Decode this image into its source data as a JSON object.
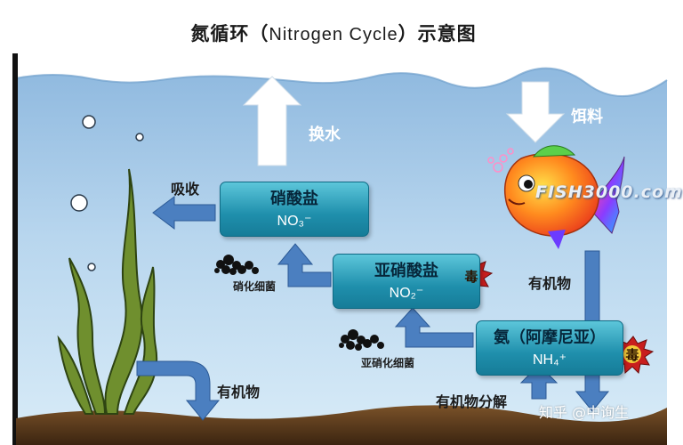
{
  "title": {
    "cn_prefix": "氮循环（",
    "en": "Nitrogen Cycle",
    "cn_suffix": "）示意图"
  },
  "boxes": {
    "nitrate": {
      "name": "硝酸盐",
      "formula": "NO₃⁻"
    },
    "nitrite": {
      "name": "亚硝酸盐",
      "formula": "NO₂⁻"
    },
    "ammonia": {
      "name": "氨（阿摩尼亚）",
      "formula": "NH₄⁺"
    }
  },
  "labels": {
    "water_change": "换水",
    "feed": "饵料",
    "absorb": "吸收",
    "organic_matter_fish": "有机物",
    "organic_matter_plant": "有机物",
    "decomposition": "有机物分解",
    "nitrifying_bacteria": "硝化细菌",
    "nitrosifying_bacteria": "亚硝化细菌"
  },
  "toxic_badges": {
    "nitrite": "毒",
    "ammonia": "毒"
  },
  "brand": "FISH3000.com",
  "watermark": "知乎 @中询生",
  "colors": {
    "water_top": "#8fb9df",
    "water_bottom": "#cfe6f7",
    "box_fill": "#2aa2bf",
    "flow_arrow": "#4b7fc0",
    "white_arrow": "#ffffff",
    "gravel": "#5a3a1c",
    "plant": "#6f8f2e",
    "fish_body": "#ff7a1a",
    "toxic_badge": "#c81e1e"
  }
}
